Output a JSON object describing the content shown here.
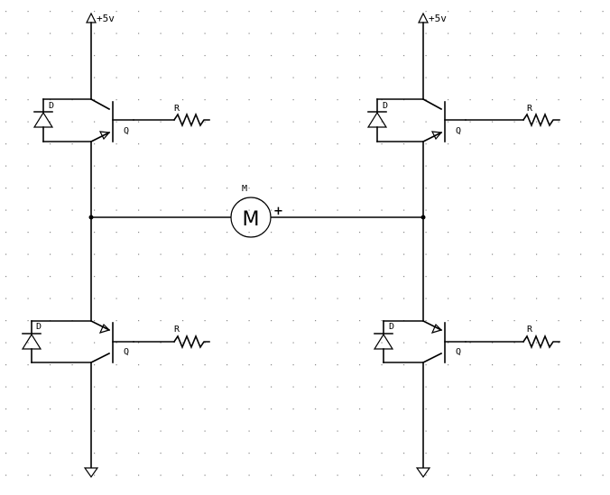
{
  "supply": {
    "label": "+5v"
  },
  "motor": {
    "designator": "M",
    "symbol": "M",
    "polarity": "+"
  },
  "transistor": {
    "label": "Q"
  },
  "diode": {
    "label": "D"
  },
  "resistor": {
    "label": "R"
  }
}
